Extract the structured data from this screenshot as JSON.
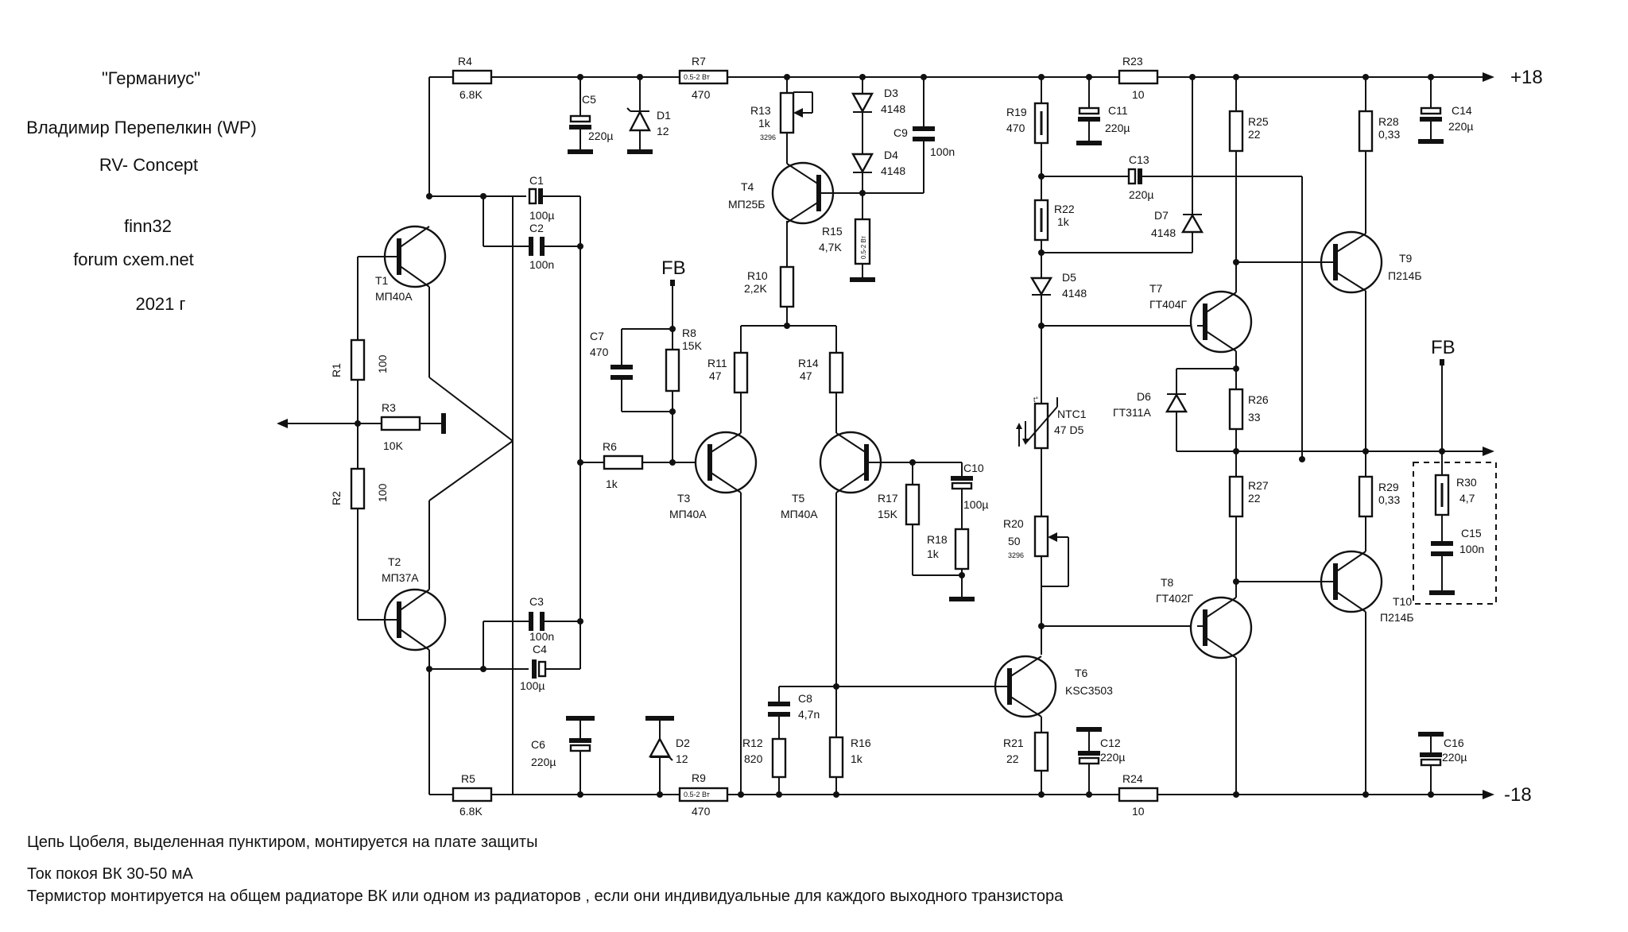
{
  "header": {
    "title": "\"Германиус\"",
    "author": "Владимир Перепелкин (WP)",
    "concept": "RV- Concept",
    "nick": "finn32",
    "forum": "forum cxem.net",
    "year": "2021 г"
  },
  "rails": {
    "positive": "+18",
    "negative": "-18",
    "feedback": "FB"
  },
  "resistors": {
    "R1": {
      "ref": "R1",
      "value": "100"
    },
    "R2": {
      "ref": "R2",
      "value": "100"
    },
    "R3": {
      "ref": "R3",
      "value": "10K"
    },
    "R4": {
      "ref": "R4",
      "value": "6.8K"
    },
    "R5": {
      "ref": "R5",
      "value": "6.8K"
    },
    "R6": {
      "ref": "R6",
      "value": "1k"
    },
    "R7": {
      "ref": "R7",
      "value": "470",
      "note": "0.5-2 Вт"
    },
    "R8": {
      "ref": "R8",
      "value": "15K"
    },
    "R9": {
      "ref": "R9",
      "value": "470",
      "note": "0.5-2 Вт"
    },
    "R10": {
      "ref": "R10",
      "value": "2,2K"
    },
    "R11": {
      "ref": "R11",
      "value": "47"
    },
    "R12": {
      "ref": "R12",
      "value": "820"
    },
    "R13": {
      "ref": "R13",
      "value": "1k",
      "note": "3296"
    },
    "R14": {
      "ref": "R14",
      "value": "47"
    },
    "R15": {
      "ref": "R15",
      "value": "4,7K",
      "note": "0.5-2 Вт"
    },
    "R16": {
      "ref": "R16",
      "value": "1k"
    },
    "R17": {
      "ref": "R17",
      "value": "15K"
    },
    "R18": {
      "ref": "R18",
      "value": "1k"
    },
    "R19": {
      "ref": "R19",
      "value": "470"
    },
    "R20": {
      "ref": "R20",
      "value": "50",
      "note": "3296"
    },
    "R21": {
      "ref": "R21",
      "value": "22"
    },
    "R22": {
      "ref": "R22",
      "value": "1k"
    },
    "R23": {
      "ref": "R23",
      "value": "10"
    },
    "R24": {
      "ref": "R24",
      "value": "10"
    },
    "R25": {
      "ref": "R25",
      "value": "22"
    },
    "R26": {
      "ref": "R26",
      "value": "33"
    },
    "R27": {
      "ref": "R27",
      "value": "22"
    },
    "R28": {
      "ref": "R28",
      "value": "0,33"
    },
    "R29": {
      "ref": "R29",
      "value": "0,33"
    },
    "R30": {
      "ref": "R30",
      "value": "4,7"
    },
    "NTC1": {
      "ref": "NTC1",
      "value": "47 D5",
      "note": "t°"
    }
  },
  "capacitors": {
    "C1": {
      "ref": "C1",
      "value": "100µ"
    },
    "C2": {
      "ref": "C2",
      "value": "100n"
    },
    "C3": {
      "ref": "C3",
      "value": "100n"
    },
    "C4": {
      "ref": "C4",
      "value": "100µ"
    },
    "C5": {
      "ref": "C5",
      "value": "220µ"
    },
    "C6": {
      "ref": "C6",
      "value": "220µ"
    },
    "C7": {
      "ref": "C7",
      "value": "470"
    },
    "C8": {
      "ref": "C8",
      "value": "4,7n"
    },
    "C9": {
      "ref": "C9",
      "value": "100n"
    },
    "C10": {
      "ref": "C10",
      "value": "100µ"
    },
    "C11": {
      "ref": "C11",
      "value": "220µ"
    },
    "C12": {
      "ref": "C12",
      "value": "220µ"
    },
    "C13": {
      "ref": "C13",
      "value": "220µ"
    },
    "C14": {
      "ref": "C14",
      "value": "220µ"
    },
    "C15": {
      "ref": "C15",
      "value": "100n"
    },
    "C16": {
      "ref": "C16",
      "value": "220µ"
    }
  },
  "diodes": {
    "D1": {
      "ref": "D1",
      "value": "12"
    },
    "D2": {
      "ref": "D2",
      "value": "12"
    },
    "D3": {
      "ref": "D3",
      "value": "4148"
    },
    "D4": {
      "ref": "D4",
      "value": "4148"
    },
    "D5": {
      "ref": "D5",
      "value": "4148"
    },
    "D6": {
      "ref": "D6",
      "value": "ГТ311А"
    },
    "D7": {
      "ref": "D7",
      "value": "4148"
    }
  },
  "transistors": {
    "T1": {
      "ref": "T1",
      "value": "МП40А"
    },
    "T2": {
      "ref": "T2",
      "value": "МП37А"
    },
    "T3": {
      "ref": "T3",
      "value": "МП40А"
    },
    "T4": {
      "ref": "T4",
      "value": "МП25Б"
    },
    "T5": {
      "ref": "T5",
      "value": "МП40А"
    },
    "T6": {
      "ref": "T6",
      "value": "KSC3503"
    },
    "T7": {
      "ref": "T7",
      "value": "ГТ404Г"
    },
    "T8": {
      "ref": "T8",
      "value": "ГТ402Г"
    },
    "T9": {
      "ref": "T9",
      "value": "П214Б"
    },
    "T10": {
      "ref": "T10",
      "value": "П214Б"
    }
  },
  "notes": {
    "zobel": "Цепь Цобеля, выделенная пунктиром, монтируется на плате защиты",
    "bias": "Ток покоя ВК 30-50 мА",
    "thermistor": "Термистор монтируется на общем  радиаторе ВК или одном из радиаторов , если они индивидуальные для каждого выходного транзистора"
  }
}
